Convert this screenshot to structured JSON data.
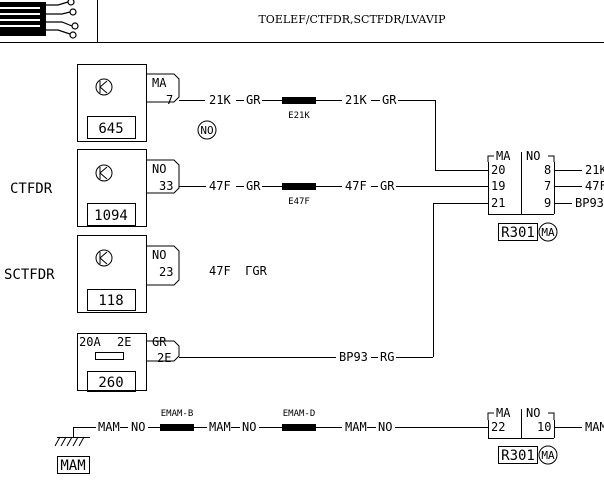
{
  "header": {
    "title": "TOELEF/CTFDR,SCTFDR/LVAVIP"
  },
  "row_labels": {
    "ctfdr": "CTFDR",
    "sctfdr": "SCTFDR"
  },
  "components": {
    "c645": {
      "id": "645",
      "pin_color": "MA",
      "pin": "7"
    },
    "c1094": {
      "id": "1094",
      "pin_color": "NO",
      "pin": "33"
    },
    "c118": {
      "id": "118",
      "pin_color": "NO",
      "pin": "23"
    },
    "c260": {
      "id": "260",
      "rating": "20A",
      "slot": "2E",
      "pin_color": "GR",
      "pin": "2E"
    },
    "mam": {
      "id": "MAM"
    }
  },
  "wires": {
    "w1_left": "21K",
    "w1_color_left": "GR",
    "w1_splice": "E21K",
    "w1_right": "21K",
    "w1_color_right": "GR",
    "w1_badge": "NO",
    "w2_left": "47F",
    "w2_color_left": "GR",
    "w2_splice": "E47F",
    "w2_right": "47F",
    "w2_color_right": "GR",
    "w3_text": "47F  ΓGR",
    "w4_left": "BP93",
    "w4_color": "RG",
    "w5_mam1": "MAM",
    "w5_no1": "NO",
    "w5_splice1": "EMAM-B",
    "w5_mam2": "MAM",
    "w5_no2": "NO",
    "w5_splice2": "EMAM-D",
    "w5_mam3": "MAM",
    "w5_no3": "NO"
  },
  "connector_r301_top": {
    "id": "R301",
    "badge": "MA",
    "left_color": "MA",
    "right_color": "NO",
    "left_pins": [
      "20",
      "19",
      "21"
    ],
    "right_pins": [
      "8",
      "7",
      "9"
    ],
    "out_labels": [
      "21K",
      "47F",
      "BP93"
    ]
  },
  "connector_r301_bottom": {
    "id": "R301",
    "badge": "MA",
    "left_color": "MA",
    "right_color": "NO",
    "left_pins": [
      "22"
    ],
    "right_pins": [
      "10"
    ],
    "out_label": "MAM"
  }
}
